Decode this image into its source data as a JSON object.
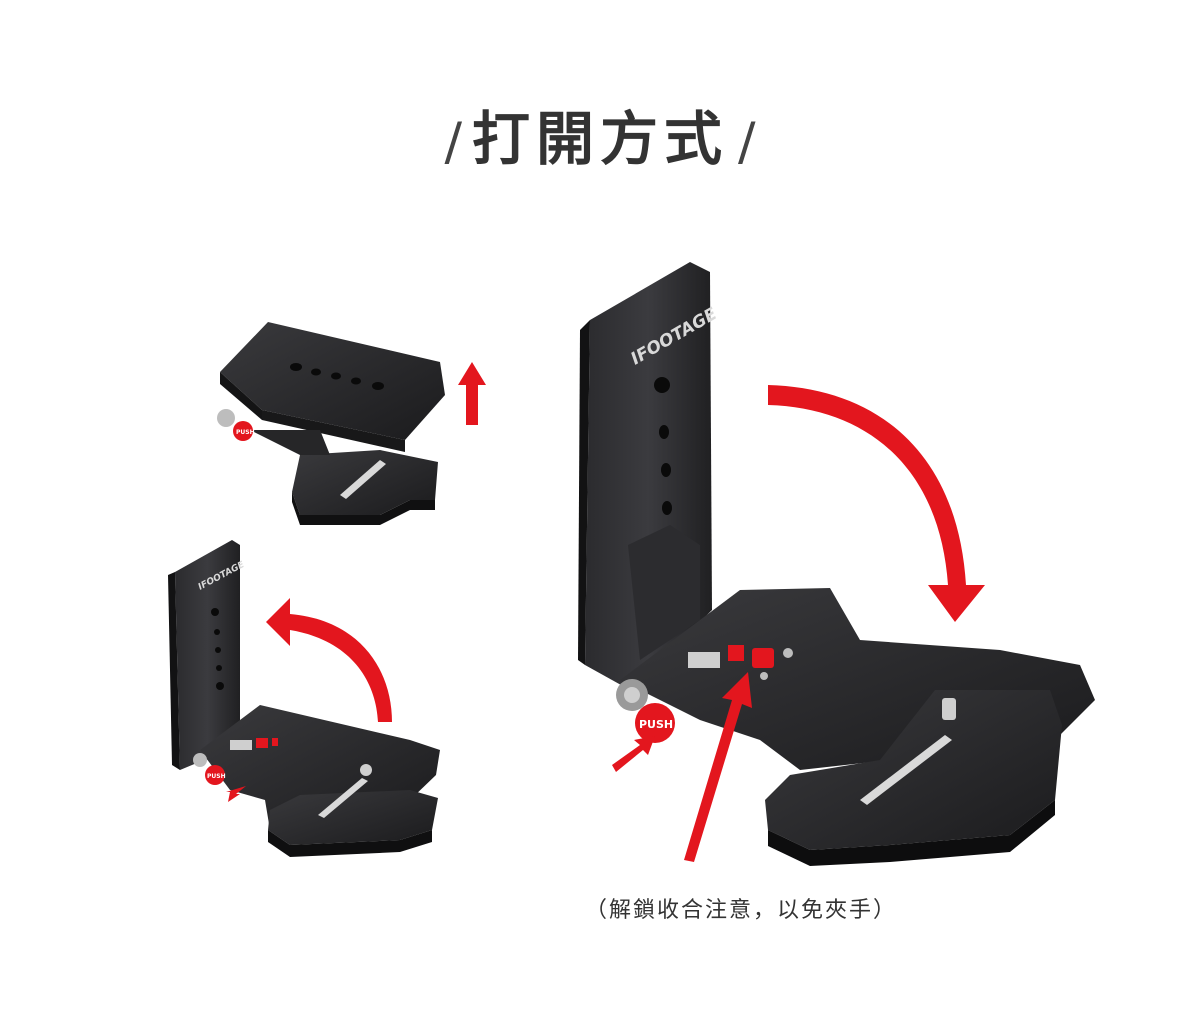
{
  "header": {
    "slash_left": "/",
    "title": "打開方式",
    "slash_right": "/"
  },
  "note": {
    "text": "（解鎖收合注意，以免夾手）"
  },
  "product": {
    "brand": "IFOOTAGE",
    "push_label": "PUSH"
  },
  "colors": {
    "accent_red": "#e3161e",
    "plate_black": "#1f1f21",
    "title_gray": "#333333"
  },
  "icons": [
    "arrow-up-icon",
    "curved-arrow-left-icon",
    "curved-arrow-down-icon",
    "arrow-in-icon",
    "arrow-out-icon"
  ]
}
